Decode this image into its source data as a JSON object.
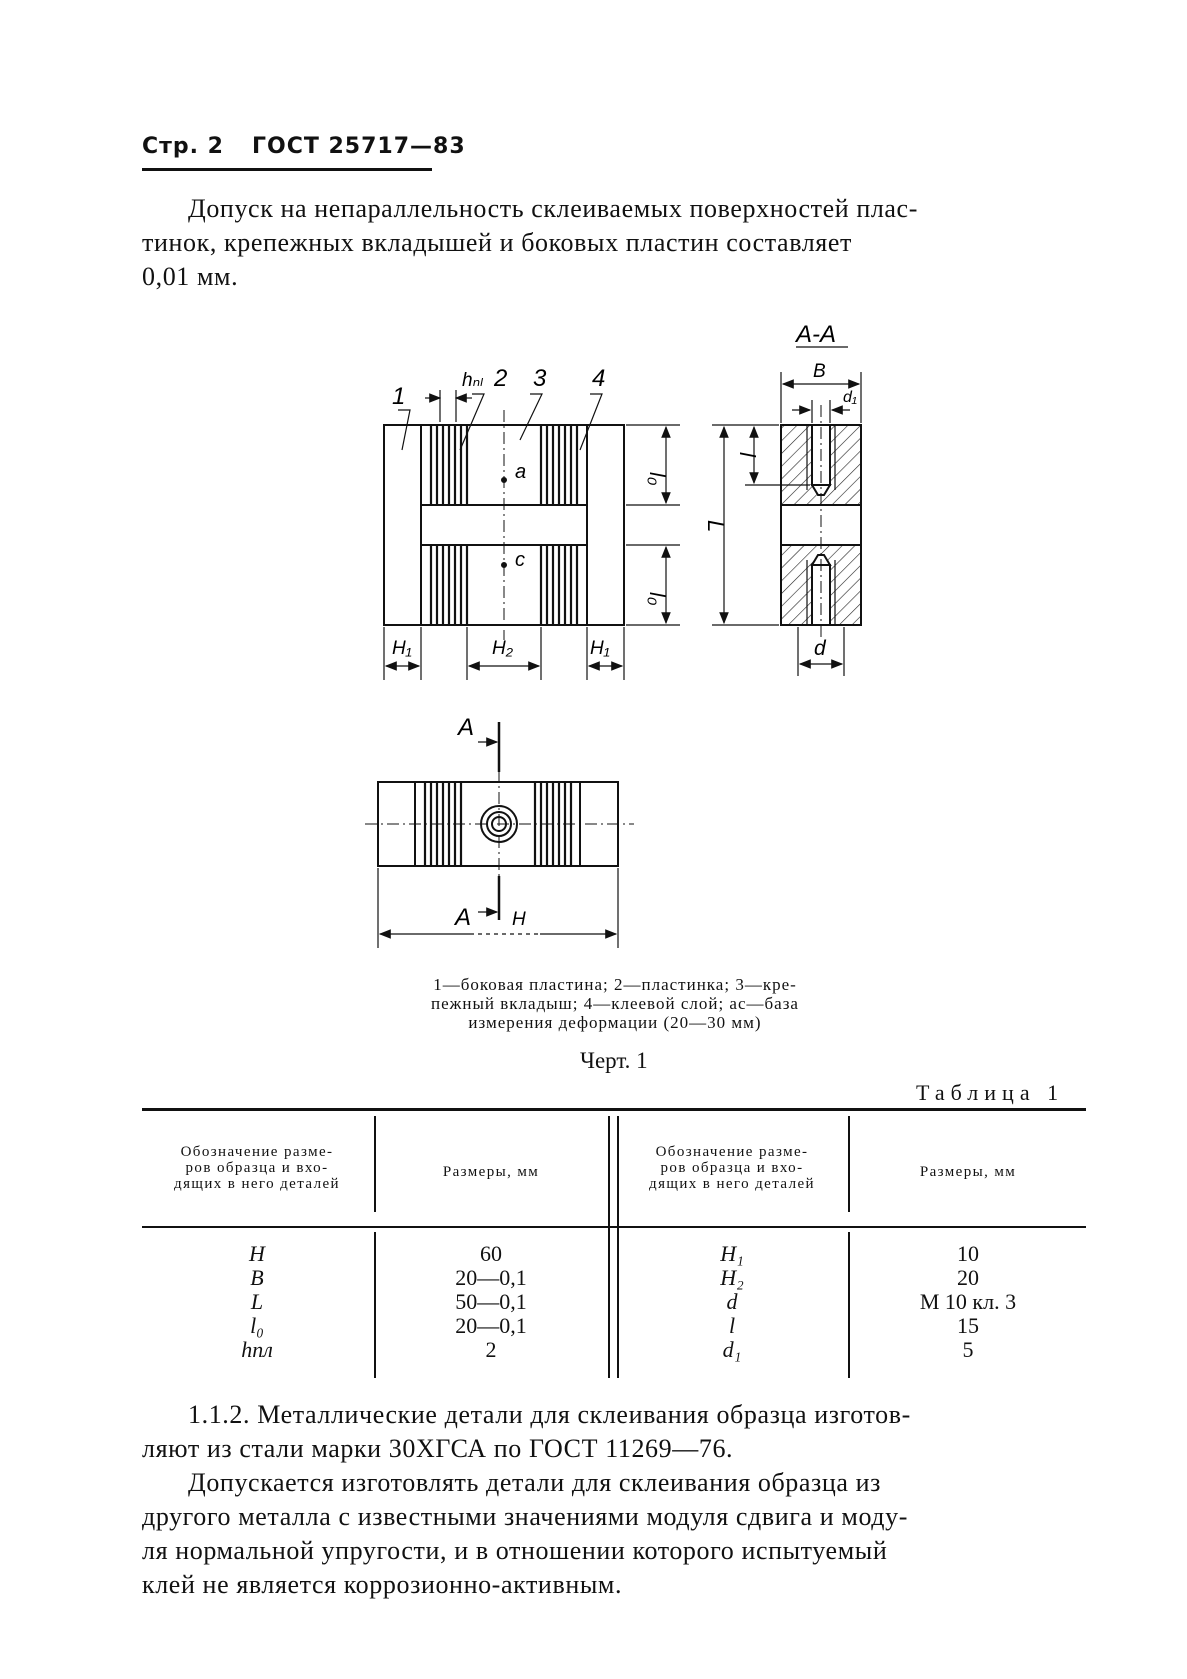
{
  "header": {
    "page": "Стр. 2",
    "standard": "ГОСТ 25717—83"
  },
  "paragraph1": {
    "line1": "Допуск на непараллельность склеиваемых поверхностей плас-",
    "line2": "тинок, крепежных  вкладышей и боковых пластин составляет",
    "line3": "0,01 мм."
  },
  "drawing_labels": {
    "section": "А-А",
    "B": "B",
    "d1": "d₁",
    "L": "L",
    "l": "l",
    "d": "d",
    "hpl": "hₙₗ",
    "n1": "1",
    "n2": "2",
    "n3": "3",
    "n4": "4",
    "a": "a",
    "c": "c",
    "l0_top": "l₀",
    "l0_bot": "l₀",
    "H1_left": "H₁",
    "H2": "H₂",
    "H1_right": "H₁",
    "A_top": "A",
    "A_bottom": "A",
    "H": "H"
  },
  "caption": {
    "line1": "1—боковая пластина; 2—пластинка; 3—кре-",
    "line2": "пежный вкладыш; 4—клеевой слой; ас—база",
    "line3": "измерения деформации (20—30 мм)"
  },
  "figure_label": "Черт. 1",
  "table_label": "Таблица 1",
  "table": {
    "header_left_1": "Обозначение разме-",
    "header_left_2": "ров образца и вхо-",
    "header_left_3": "дящих в него деталей",
    "header_size": "Размеры, мм",
    "left": [
      {
        "symbol": "H",
        "value": "60"
      },
      {
        "symbol": "B",
        "value": "20—0,1"
      },
      {
        "symbol": "L",
        "value": "50—0,1"
      },
      {
        "symbol": "l₀",
        "value": "20—0,1"
      },
      {
        "symbol": "hпл",
        "value": "2"
      }
    ],
    "right": [
      {
        "symbol": "H₁",
        "value": "10"
      },
      {
        "symbol": "H₂",
        "value": "20"
      },
      {
        "symbol": "d",
        "value": "М 10 кл. 3"
      },
      {
        "symbol": "l",
        "value": "15"
      },
      {
        "symbol": "d₁",
        "value": "5"
      }
    ]
  },
  "paragraph2": {
    "line1": "1.1.2. Металлические детали для склеивания образца изготов-",
    "line2": "ляют из стали марки 30ХГСА по ГОСТ 11269—76.",
    "line3": "Допускается изготовлять детали для склеивания образца из",
    "line4": "другого металла с известными значениями модуля сдвига и моду-",
    "line5": "ля нормальной упругости, и в отношении которого испытуемый",
    "line6": "клей не является коррозионно-активным."
  }
}
